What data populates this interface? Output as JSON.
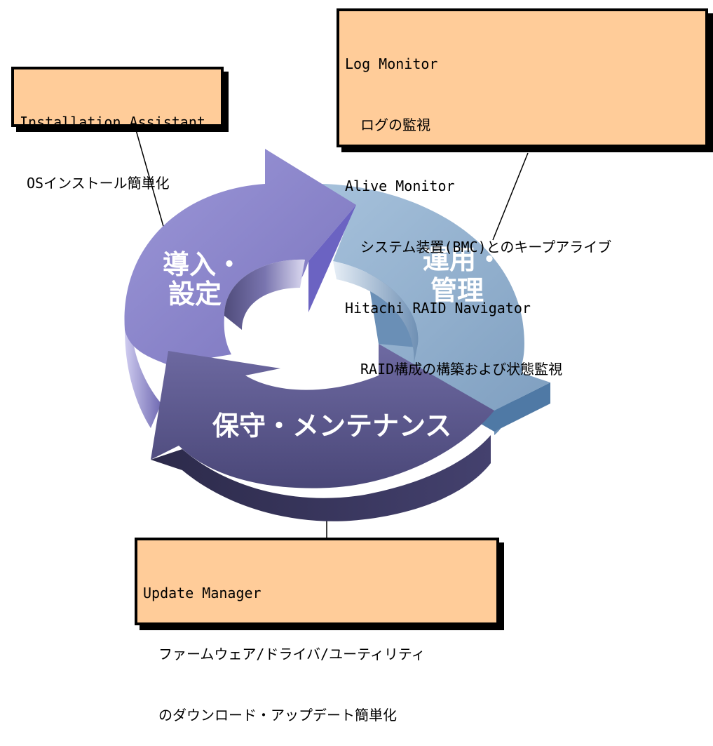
{
  "callouts": {
    "installation": {
      "lines": [
        "Installation Assistant",
        "OSインストール簡単化"
      ]
    },
    "monitoring": {
      "lines": [
        "Log Monitor",
        "ログの監視",
        "Alive Monitor",
        "システム装置(BMC)とのキープアライブ",
        "Hitachi RAID Navigator",
        "RAID構成の構築および状態監視"
      ]
    },
    "update": {
      "lines": [
        "Update Manager",
        "ファームウェア/ドライバ/ユーティリティ",
        "のダウンロード・アップデート簡単化"
      ]
    }
  },
  "cycle": {
    "setup": {
      "line1": "導入・",
      "line2": "設定"
    },
    "operation": {
      "line1": "運用・",
      "line2": "管理"
    },
    "maintenance": {
      "label": "保守・メンテナンス"
    }
  },
  "colors": {
    "callout_fill": "#ffcc99",
    "setup_arrow": "#8a85c8",
    "operation_arrow": "#8eaecb",
    "maintenance_arrow": "#5d5990"
  }
}
